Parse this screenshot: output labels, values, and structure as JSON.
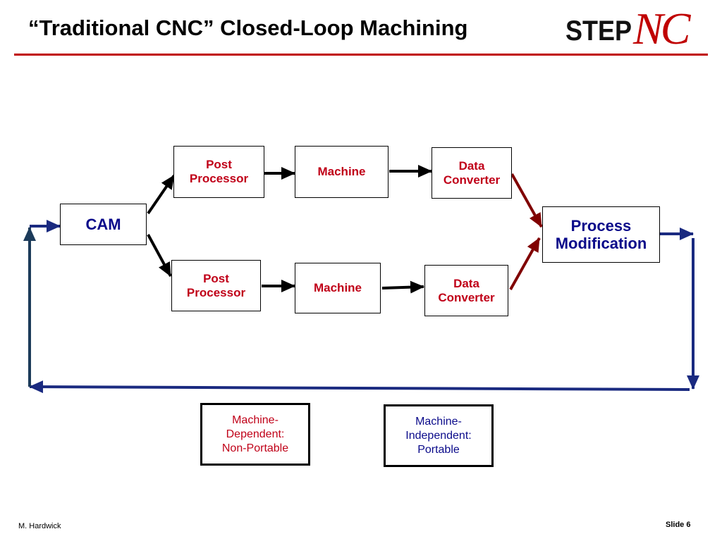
{
  "slide": {
    "title": "“Traditional CNC” Closed-Loop Machining",
    "logo_step": "STEP",
    "logo_nc": "NC",
    "footer_author": "M. Hardwick",
    "footer_slide": "Slide 6"
  },
  "diagram": {
    "cam": "CAM",
    "top_post": "Post\nProcessor",
    "top_machine": "Machine",
    "top_converter": "Data\nConverter",
    "bottom_post": "Post\nProcessor",
    "bottom_machine": "Machine",
    "bottom_converter": "Data\nConverter",
    "process": "Process\nModification"
  },
  "legend": {
    "dependent": "Machine-\nDependent:\nNon-Portable",
    "independent": "Machine-\nIndependent:\nPortable"
  },
  "colors": {
    "accent_red": "#c00000",
    "arrow_dark_red": "#800000",
    "loop_blue": "#1a2a80"
  }
}
